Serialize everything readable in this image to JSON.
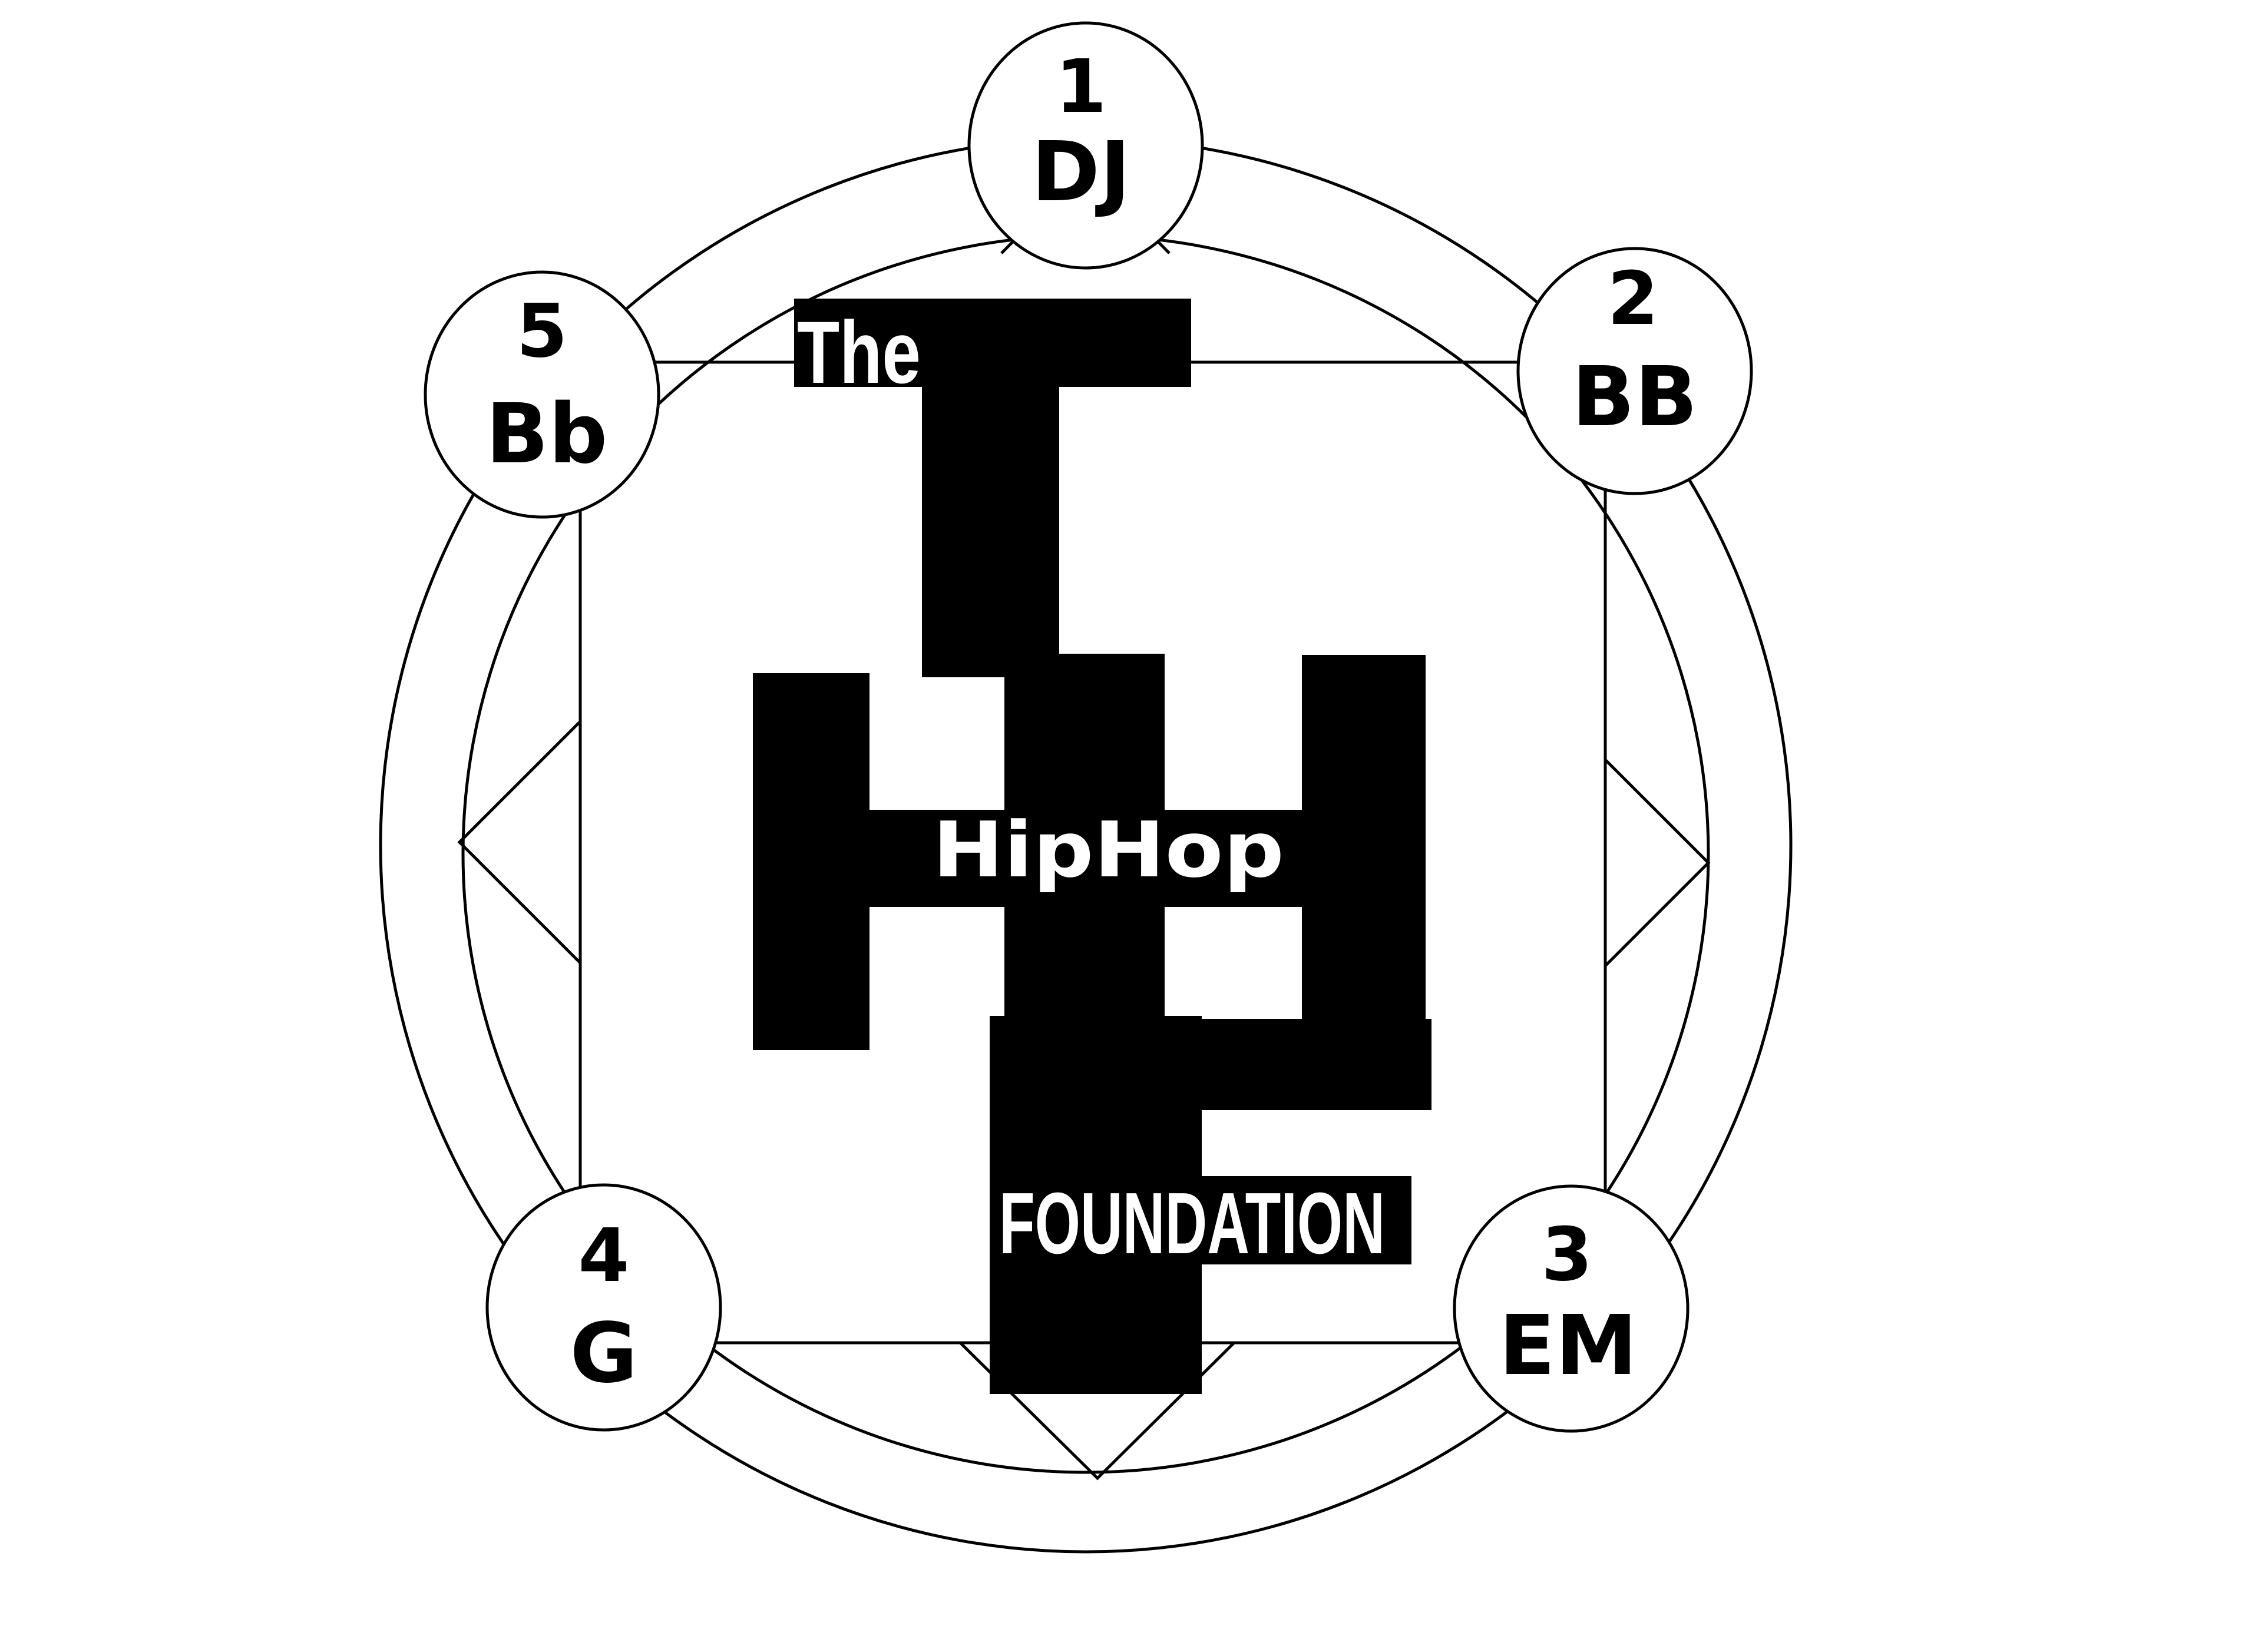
{
  "colors": {
    "background": "#ffffff",
    "ink": "#000000",
    "knockout_text": "#ffffff"
  },
  "logo": {
    "the": "The",
    "hiphop": "HipHop",
    "foundation": "FOUNDATION"
  },
  "nodes": [
    {
      "id": "dj",
      "number": "1",
      "code": "DJ"
    },
    {
      "id": "bb",
      "number": "2",
      "code": "BB"
    },
    {
      "id": "em",
      "number": "3",
      "code": "EM"
    },
    {
      "id": "g",
      "number": "4",
      "code": "G"
    },
    {
      "id": "bb-lower",
      "number": "5",
      "code": "Bb"
    }
  ]
}
